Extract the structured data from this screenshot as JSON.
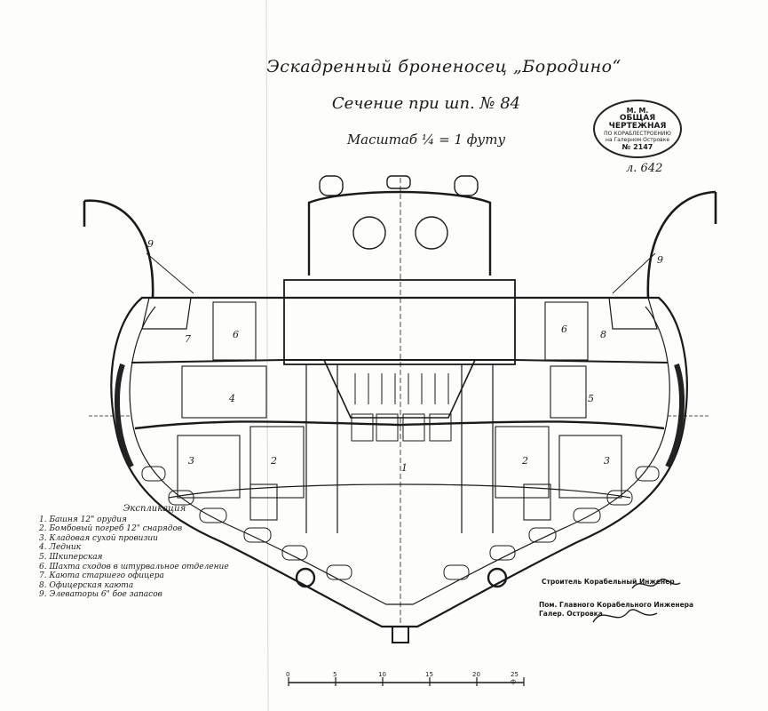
{
  "drawing": {
    "title": "Эскадренный броненосец „Бородино“",
    "subtitle": "Сечение при шп. № 84",
    "scale": "Масштаб ¼ = 1 футу",
    "sheet_number": "л. 642",
    "stamp": {
      "line1": "М. М.",
      "line2": "ОБЩАЯ ЧЕРТЕЖНАЯ",
      "line3": "ПО КОРАБЛЕСТРОЕНИЮ",
      "line4": "на Галерном Островке",
      "line5": "№ 2147"
    },
    "legend": {
      "heading": "Экспликация",
      "items": [
        "1. Башня 12\" орудия",
        "2. Бомбовый погреб 12\" снарядов",
        "3. Кладовая сухой провизии",
        "4. Ледник",
        "5. Шкиперская",
        "6. Шахта сходов в штурвальное отделение",
        "7. Каюта старшего офицера",
        "8. Офицерская каюта",
        "9. Элеваторы 6\" бое запасов"
      ]
    },
    "signatures": {
      "builder": "Строитель Корабельный Инженер",
      "chief_line1": "Пом. Главного Корабельного Инженера",
      "chief_line2": "Галер. Островка"
    },
    "scale_bar": [
      "0",
      "5",
      "10",
      "15",
      "20",
      "25 ф"
    ],
    "compartment_labels": [
      "1",
      "2",
      "2",
      "3",
      "3",
      "4",
      "5",
      "6",
      "6",
      "7",
      "8",
      "9",
      "9"
    ]
  }
}
